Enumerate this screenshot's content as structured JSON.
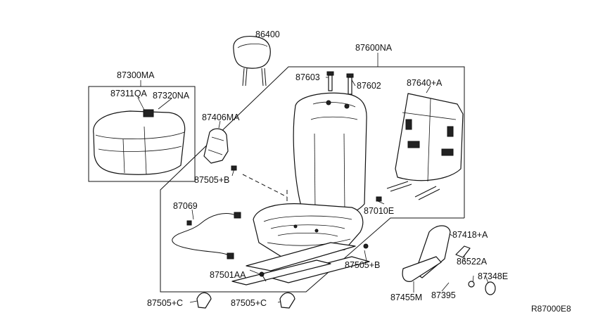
{
  "part_labels": [
    "86400",
    "87600NA",
    "87300MA",
    "87311QA",
    "87320NA",
    "87603",
    "87602",
    "87640+A",
    "87406MA",
    "87505+B",
    "87069",
    "87010E",
    "87418+A",
    "86522A",
    "87348E",
    "87505+B",
    "87501AA",
    "87455M",
    "87395",
    "87505+C",
    "87505+C"
  ],
  "diagram_ref": "R87000E8"
}
